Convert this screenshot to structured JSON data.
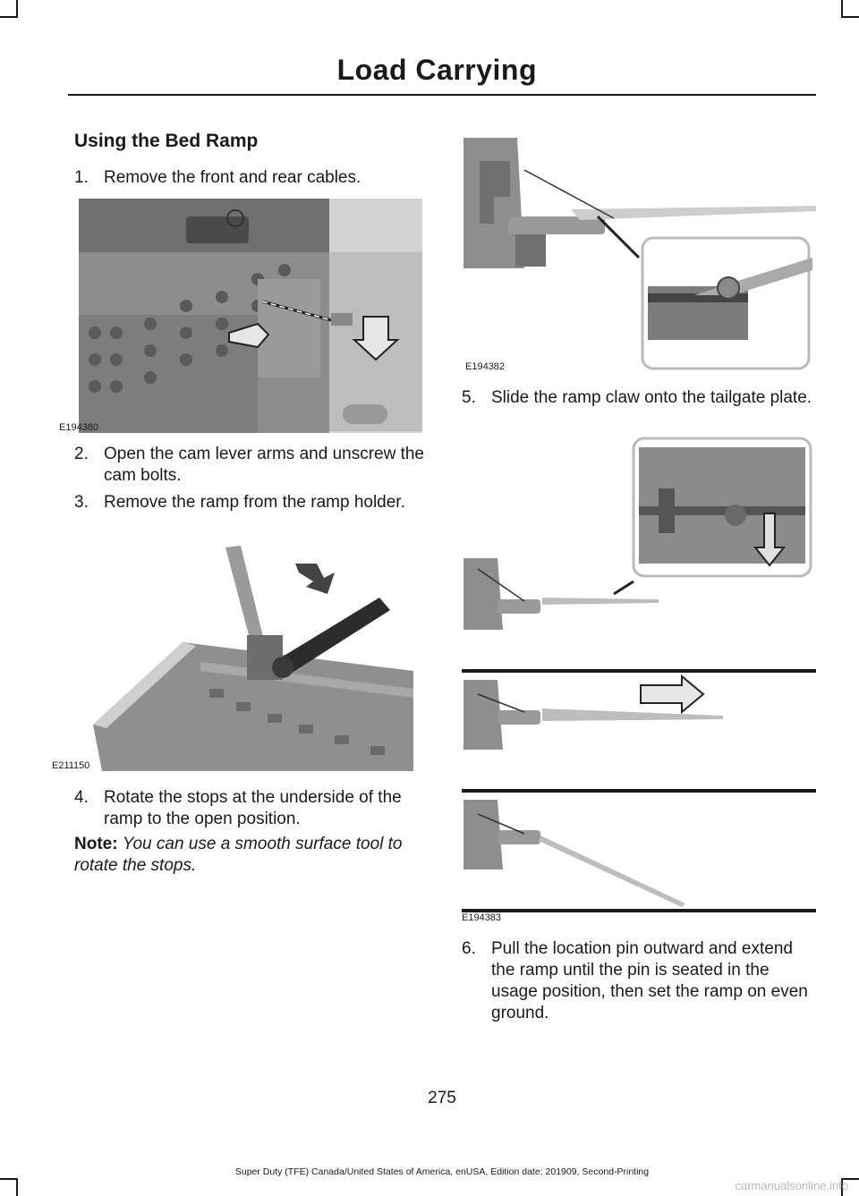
{
  "header": {
    "title": "Load Carrying"
  },
  "section": {
    "heading": "Using the Bed Ramp"
  },
  "steps": [
    {
      "num": "1.",
      "text": "Remove the front and rear cables."
    },
    {
      "num": "2.",
      "text": "Open the cam lever arms and unscrew the cam bolts."
    },
    {
      "num": "3.",
      "text": "Remove the ramp from the ramp holder."
    },
    {
      "num": "4.",
      "text": "Rotate the stops at the underside of the ramp to the open position."
    },
    {
      "num": "5.",
      "text": "Slide the ramp claw onto the tailgate plate."
    },
    {
      "num": "6.",
      "text": "Pull the location pin outward and extend the ramp until the pin is seated in the usage position, then set the ramp on even ground."
    }
  ],
  "note": {
    "label": "Note:",
    "text": "You can use a smooth surface tool to rotate the stops."
  },
  "figures": {
    "f1": {
      "code": "E194380"
    },
    "f2": {
      "code": "E211150"
    },
    "f3": {
      "code": "E194382"
    },
    "f4": {
      "code": "E194383"
    }
  },
  "footer": {
    "page_number": "275",
    "edition": "Super Duty (TFE) Canada/United States of America, enUSA, Edition date: 201909, Second-Printing"
  },
  "watermark": "carmanualsonline.info",
  "colors": {
    "text": "#1a1a1a",
    "figure_gray": "#8a8a8a",
    "figure_light": "#c9c9c9"
  }
}
